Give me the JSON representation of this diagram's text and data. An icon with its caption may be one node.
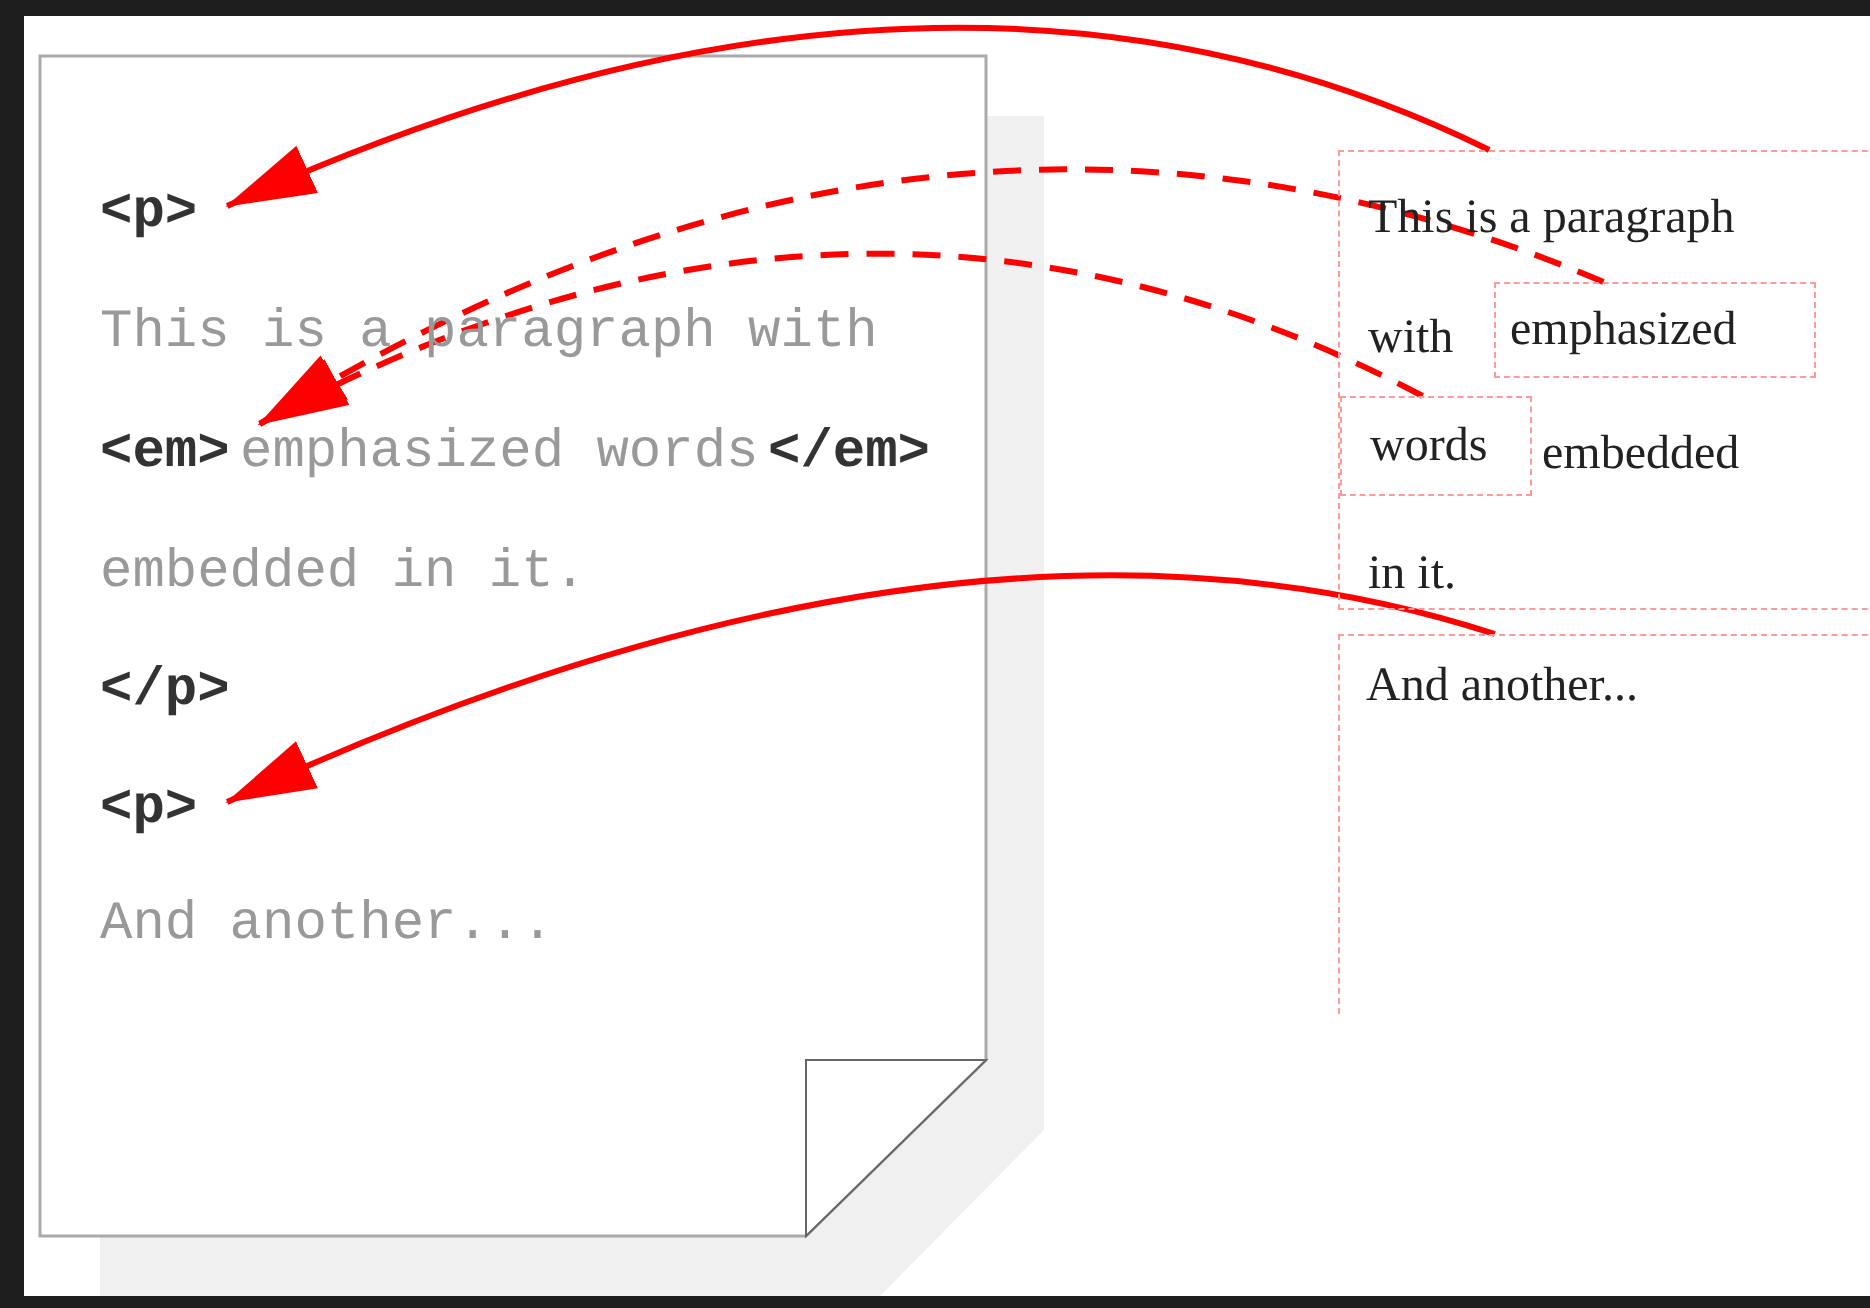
{
  "diagram": {
    "nodes": [
      {
        "text": [
          "<p>"
        ]
      },
      {
        "text": [
          "<em>"
        ]
      },
      {
        "text": [
          "<p>"
        ]
      },
      {
        "text": [
          "This is a paragraph",
          "with",
          "embedded",
          "in it."
        ]
      },
      {
        "text": [
          "emphasized"
        ],
        "in": 3
      },
      {
        "text": [
          "words"
        ],
        "in": 3
      },
      {
        "text": [
          "And another..."
        ]
      }
    ],
    "edges": [
      {
        "from": 3,
        "to": 0,
        "arrow": "to"
      },
      {
        "from": 4,
        "to": 1,
        "arrow": "to",
        "style": "dashed"
      },
      {
        "from": 5,
        "to": 1,
        "arrow": "to",
        "style": "dashed"
      },
      {
        "from": 6,
        "to": 2,
        "arrow": "to"
      }
    ],
    "labels": [
      "This is a paragraph with",
      "emphasized words",
      "</em>",
      "embedded in it.",
      "</p>",
      "And another..."
    ]
  }
}
